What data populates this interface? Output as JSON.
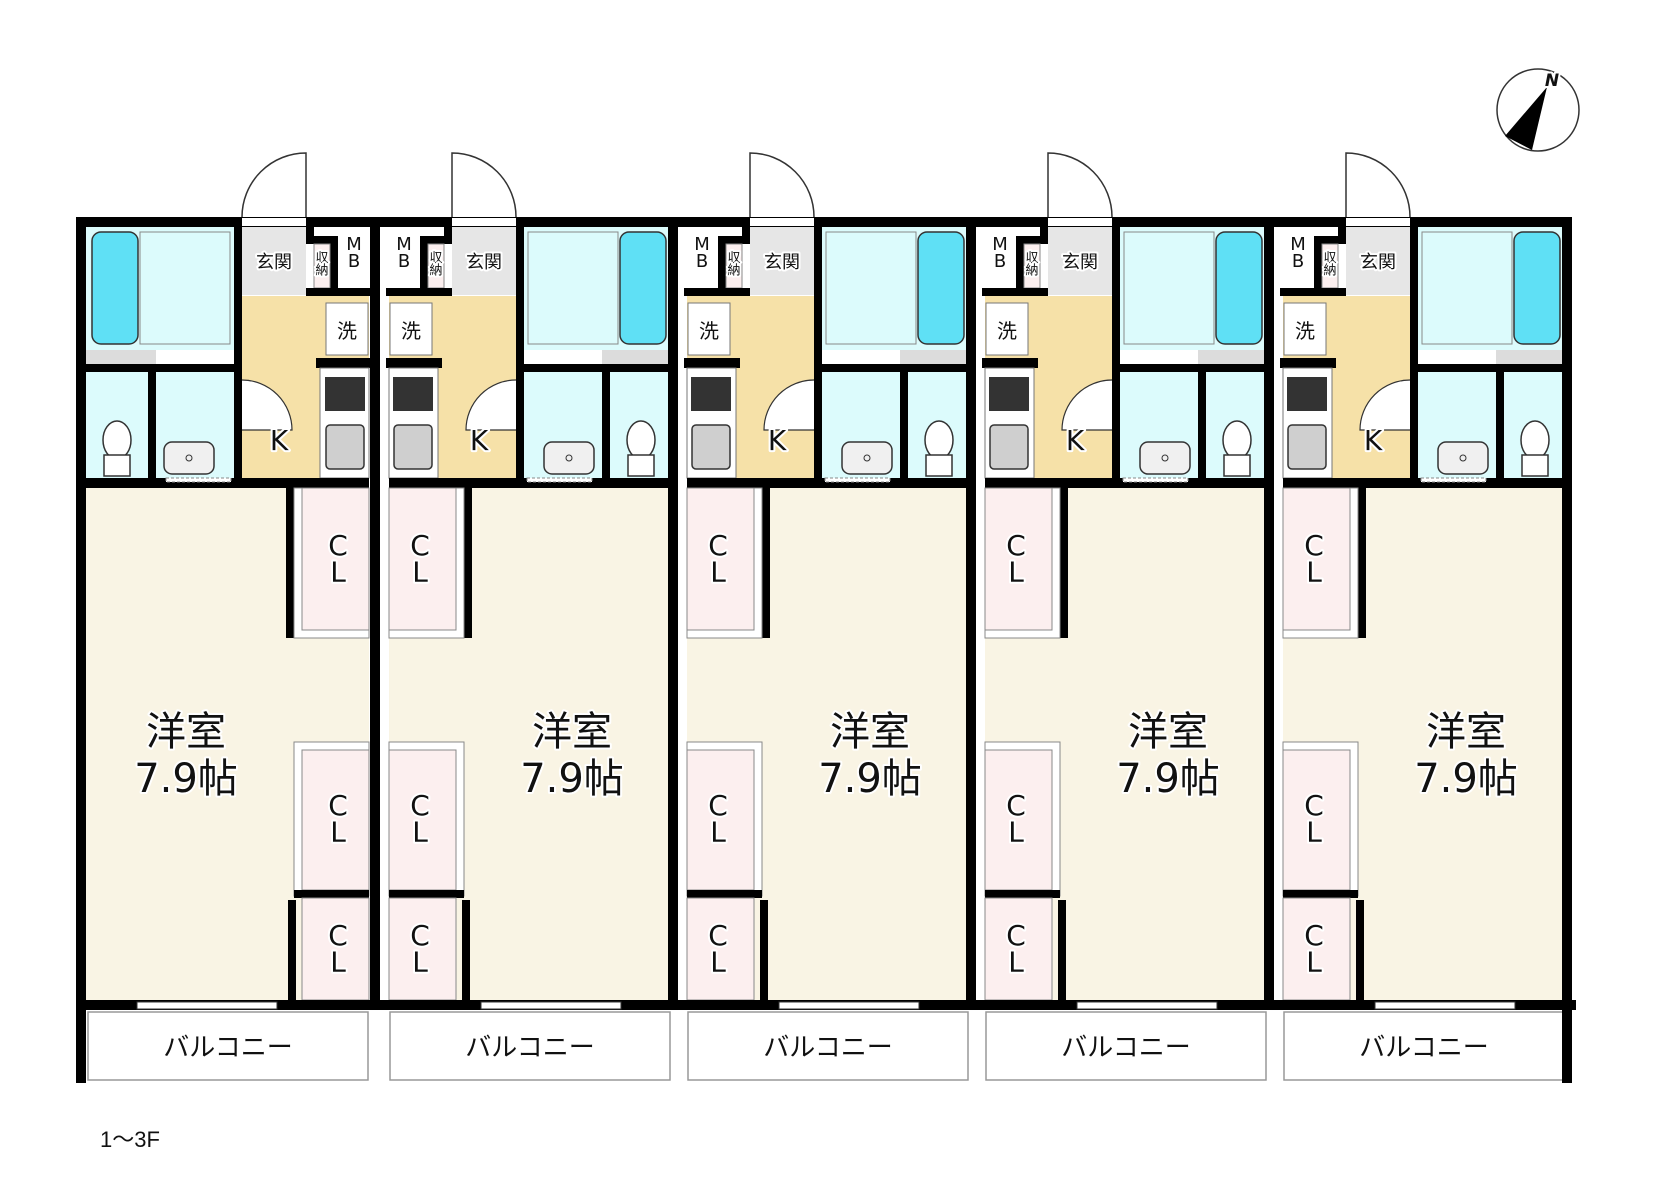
{
  "floor_label": "1～3F",
  "compass": {
    "label": "N",
    "icon": "north-arrow-icon"
  },
  "colors": {
    "wall": "#000000",
    "bath": "#dcfbfc",
    "tub": "#5fe0f5",
    "kitchen": "#f6e1a8",
    "room": "#f9f4e4",
    "closet": "#fcefef",
    "genkan": "#e6e6e6"
  },
  "units": [
    {
      "genkan": "玄関",
      "storage": "収納",
      "mb": "MB",
      "laundry": "洗",
      "kitchen": "K",
      "room_name": "洋室",
      "room_size": "7.9帖",
      "closet": "CL",
      "balcony": "バルコニー",
      "mirrored": false
    },
    {
      "genkan": "玄関",
      "storage": "収納",
      "mb": "MB",
      "laundry": "洗",
      "kitchen": "K",
      "room_name": "洋室",
      "room_size": "7.9帖",
      "closet": "CL",
      "balcony": "バルコニー",
      "mirrored": true
    },
    {
      "genkan": "玄関",
      "storage": "収納",
      "mb": "MB",
      "laundry": "洗",
      "kitchen": "K",
      "room_name": "洋室",
      "room_size": "7.9帖",
      "closet": "CL",
      "balcony": "バルコニー",
      "mirrored": true
    },
    {
      "genkan": "玄関",
      "storage": "収納",
      "mb": "MB",
      "laundry": "洗",
      "kitchen": "K",
      "room_name": "洋室",
      "room_size": "7.9帖",
      "closet": "CL",
      "balcony": "バルコニー",
      "mirrored": true
    },
    {
      "genkan": "玄関",
      "storage": "収納",
      "mb": "MB",
      "laundry": "洗",
      "kitchen": "K",
      "room_name": "洋室",
      "room_size": "7.9帖",
      "closet": "CL",
      "balcony": "バルコニー",
      "mirrored": true
    }
  ]
}
